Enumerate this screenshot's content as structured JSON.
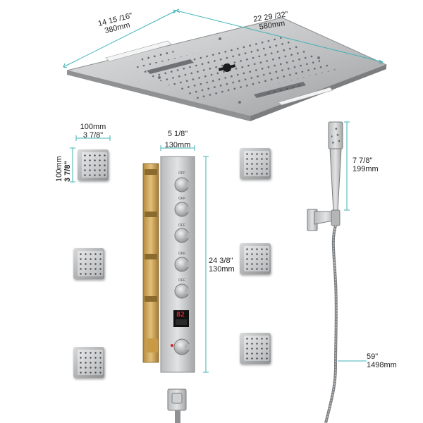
{
  "image_type": "shower system product dimension diagram",
  "colors": {
    "dimension_line": "#3fb3b5",
    "steel": "#a9abad",
    "display": "#d9232e"
  },
  "rain_head": {
    "depth_label": "14 15 /16\"",
    "depth_mm": "380mm",
    "width_label": "22 29 /32\"",
    "width_mm": "580mm"
  },
  "body_jet": {
    "width_label": "100mm",
    "width_in": "3 7/8\"",
    "height_label": "100mm",
    "height_in": "3 7/8\""
  },
  "valve_panel": {
    "width_in": "5 1/8\"",
    "width_mm": "130mm",
    "height_in": "24 3/8\"",
    "height_mm": "130mm",
    "knob_labels": [
      "OFF",
      "OFF",
      "OFF",
      "OFF",
      "OFF"
    ],
    "display_temp": "82"
  },
  "hand_shower": {
    "length_in": "7 7/8\"",
    "length_mm": "199mm"
  },
  "hose": {
    "length_in": "59\"",
    "length_mm": "1498mm"
  }
}
